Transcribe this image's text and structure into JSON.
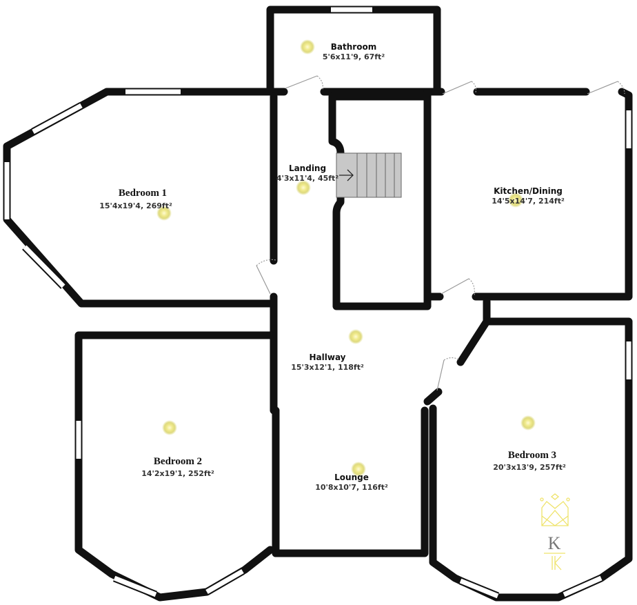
{
  "floor_plan": {
    "rooms": [
      {
        "id": "bathroom",
        "name": "Bathroom",
        "dimensions": "5'6x11'9, 67ft²"
      },
      {
        "id": "landing",
        "name": "Landing",
        "dimensions": "4'3x11'4, 45ft²"
      },
      {
        "id": "bedroom1",
        "name": "Bedroom 1",
        "dimensions": "15'4x19'4, 269ft²"
      },
      {
        "id": "kitchen",
        "name": "Kitchen/Dining",
        "dimensions": "14'5x14'7, 214ft²"
      },
      {
        "id": "hallway",
        "name": "Hallway",
        "dimensions": "15'3x12'1, 118ft²"
      },
      {
        "id": "bedroom2",
        "name": "Bedroom 2",
        "dimensions": "14'2x19'1, 252ft²"
      },
      {
        "id": "lounge",
        "name": "Lounge",
        "dimensions": "10'8x10'7, 116ft²"
      },
      {
        "id": "bedroom3",
        "name": "Bedroom 3",
        "dimensions": "20'3x13'9, 257ft²"
      }
    ],
    "watermark": {
      "letter": "K"
    },
    "colors": {
      "wall": "#111111",
      "window": "#ffffff",
      "stairs": "#c8c8c8",
      "light": "#f3f09a",
      "logo": "#efe36a"
    }
  }
}
